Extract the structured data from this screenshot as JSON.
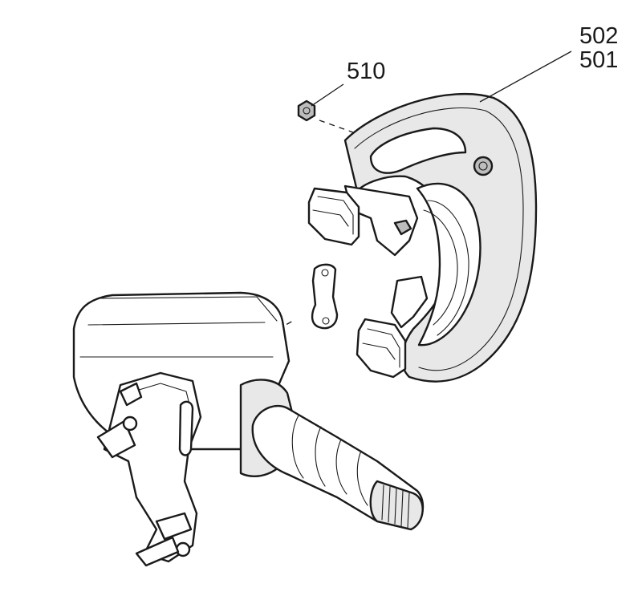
{
  "callouts": {
    "bolt": "510",
    "shield_top": "502",
    "shield_bottom": "501"
  },
  "colors": {
    "line": "#1a1a1a",
    "background": "#ffffff"
  }
}
